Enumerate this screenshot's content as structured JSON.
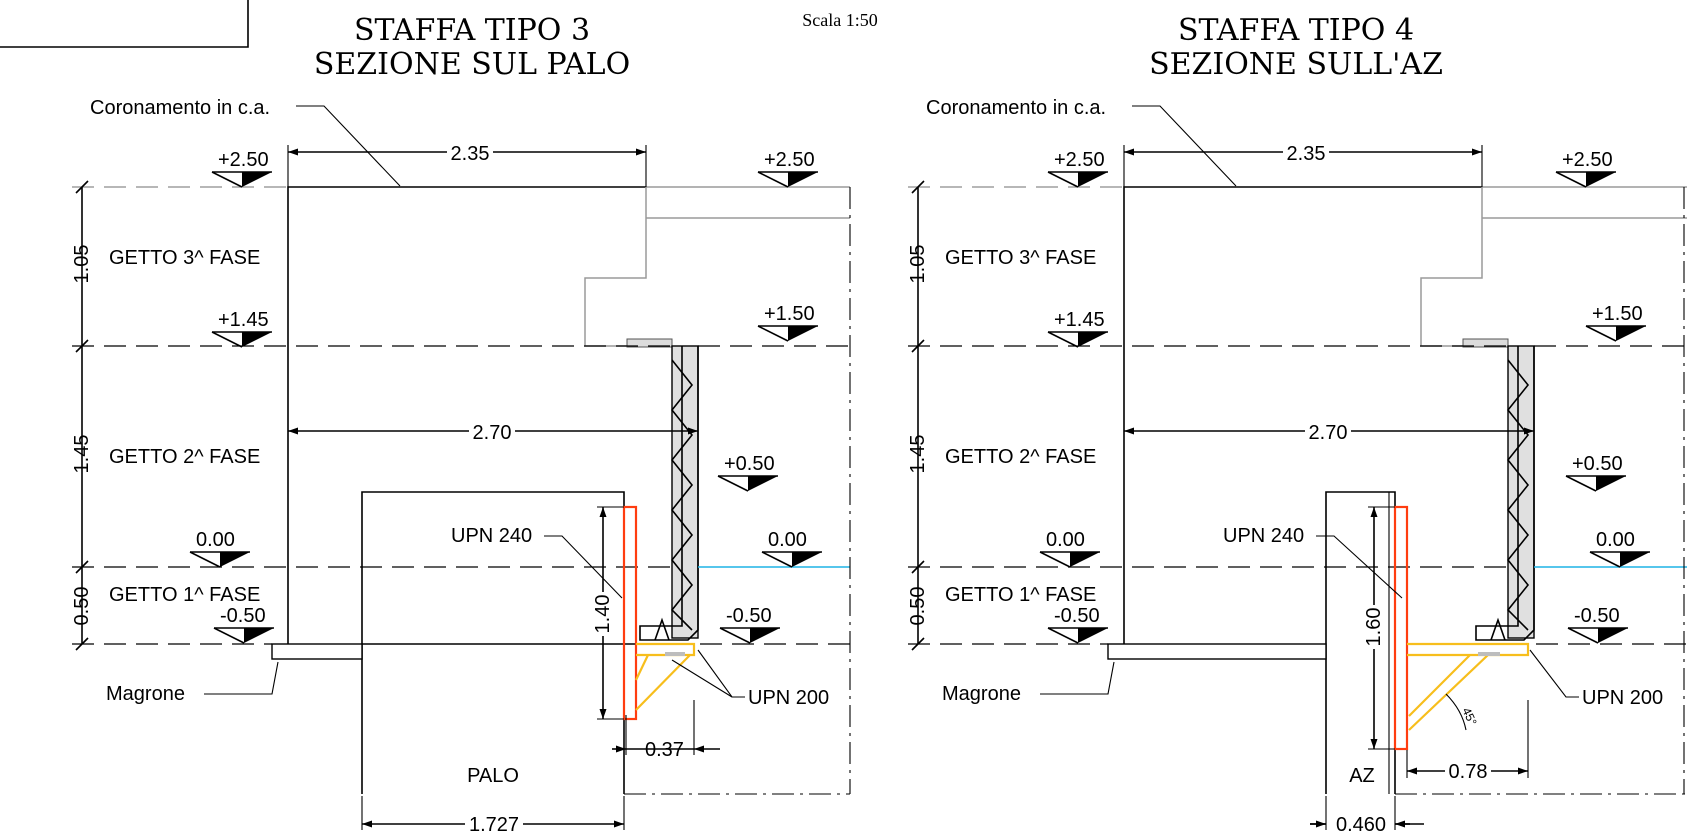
{
  "scale": "Scala 1:50",
  "colors": {
    "line": "#000000",
    "concrete_outline": "#9a9a9a",
    "water": "#1fb4e6",
    "upn240": "#ff3d10",
    "upn200": "#f7be1c"
  },
  "left": {
    "title1": "STAFFA TIPO 3",
    "title2": "SEZIONE SUL PALO",
    "coronamento": "Coronamento in c.a.",
    "getto3": "GETTO 3^ FASE",
    "getto2": "GETTO 2^ FASE",
    "getto1": "GETTO 1^ FASE",
    "magrone": "Magrone",
    "upn240": "UPN 240",
    "upn200": "UPN 200",
    "pile": "PALO",
    "dims": {
      "top": "2.35",
      "mid": "2.70",
      "h3": "1.05",
      "h2": "1.45",
      "h1": "0.50",
      "upn_h": "1.40",
      "offset": "0.37",
      "pile_w": "1.727"
    },
    "levels": {
      "l_top": "+2.50",
      "r_top": "+2.50",
      "l_mid": "+1.45",
      "r_mid": "+1.50",
      "r_050": "+0.50",
      "l_zero": "0.00",
      "r_zero": "0.00",
      "l_base": "-0.50",
      "r_base": "-0.50"
    }
  },
  "right": {
    "title1": "STAFFA TIPO 4",
    "title2": "SEZIONE SULL'AZ",
    "coronamento": "Coronamento in c.a.",
    "getto3": "GETTO 3^ FASE",
    "getto2": "GETTO 2^ FASE",
    "getto1": "GETTO 1^ FASE",
    "magrone": "Magrone",
    "upn240": "UPN 240",
    "upn200": "UPN 200",
    "pile": "AZ",
    "angle": "45°",
    "dims": {
      "top": "2.35",
      "mid": "2.70",
      "h3": "1.05",
      "h2": "1.45",
      "h1": "0.50",
      "upn_h": "1.60",
      "offset": "0.78",
      "pile_w": "0.460"
    },
    "levels": {
      "l_top": "+2.50",
      "r_top": "+2.50",
      "l_mid": "+1.45",
      "r_mid": "+1.50",
      "r_050": "+0.50",
      "l_zero": "0.00",
      "r_zero": "0.00",
      "l_base": "-0.50",
      "r_base": "-0.50"
    }
  }
}
